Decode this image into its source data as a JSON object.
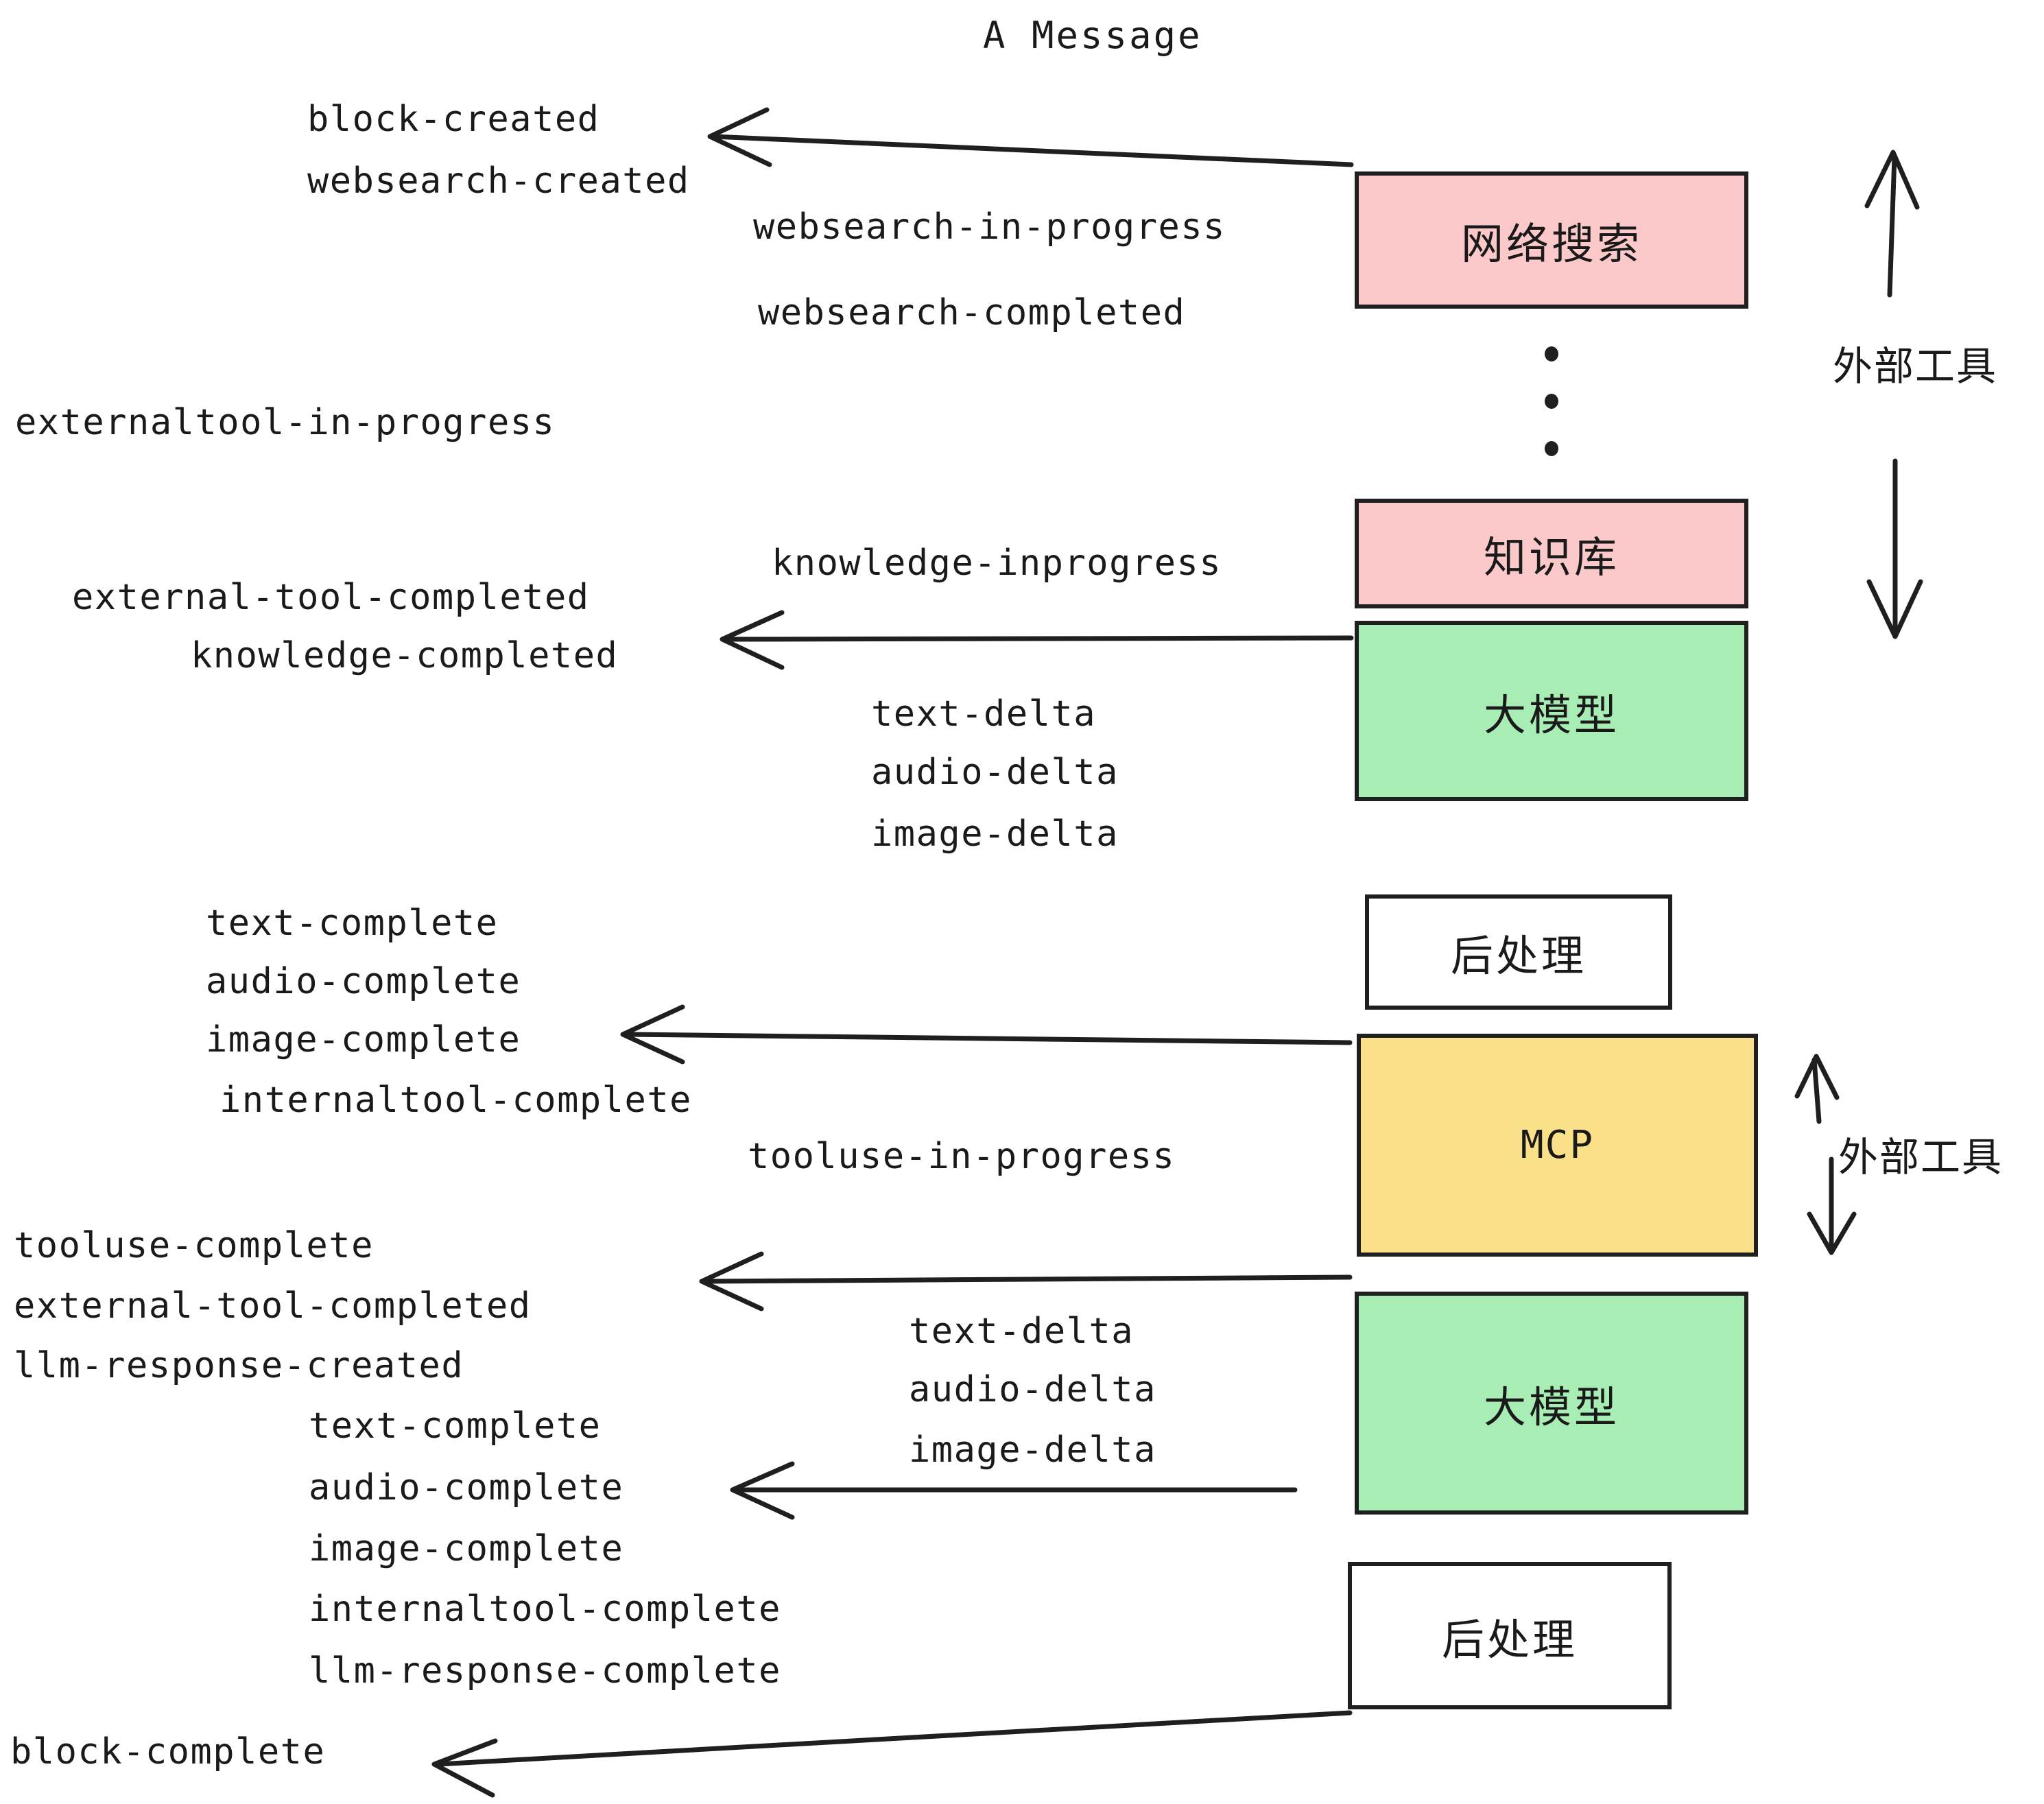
{
  "title": "A Message",
  "boxes": [
    {
      "id": "websearch",
      "label": "网络搜索",
      "color": "#fbc9c9"
    },
    {
      "id": "knowledge",
      "label": "知识库",
      "color": "#fbc9c9"
    },
    {
      "id": "llm-top",
      "label": "大模型",
      "color": "#a8eeb4"
    },
    {
      "id": "postprocess-1",
      "label": "后处理",
      "color": "#ffffff"
    },
    {
      "id": "mcp",
      "label": "MCP",
      "color": "#fbe08a"
    },
    {
      "id": "llm-bottom",
      "label": "大模型",
      "color": "#a8eeb4"
    },
    {
      "id": "postprocess-2",
      "label": "后处理",
      "color": "#ffffff"
    }
  ],
  "side_labels": [
    {
      "id": "external-tools-top",
      "label": "外部工具"
    },
    {
      "id": "external-tools-bottom",
      "label": "外部工具"
    }
  ],
  "events": [
    {
      "id": "e01",
      "text": "block-created"
    },
    {
      "id": "e02",
      "text": "websearch-created"
    },
    {
      "id": "e03",
      "text": "websearch-in-progress"
    },
    {
      "id": "e04",
      "text": "websearch-completed"
    },
    {
      "id": "e05",
      "text": "externaltool-in-progress"
    },
    {
      "id": "e06",
      "text": "knowledge-inprogress"
    },
    {
      "id": "e07",
      "text": "external-tool-completed"
    },
    {
      "id": "e08",
      "text": "knowledge-completed"
    },
    {
      "id": "e09",
      "text": "text-delta"
    },
    {
      "id": "e10",
      "text": "audio-delta"
    },
    {
      "id": "e11",
      "text": "image-delta"
    },
    {
      "id": "e12",
      "text": "text-complete"
    },
    {
      "id": "e13",
      "text": "audio-complete"
    },
    {
      "id": "e14",
      "text": "image-complete"
    },
    {
      "id": "e15",
      "text": "internaltool-complete"
    },
    {
      "id": "e16",
      "text": "tooluse-in-progress"
    },
    {
      "id": "e17",
      "text": "tooluse-complete"
    },
    {
      "id": "e18",
      "text": "external-tool-completed"
    },
    {
      "id": "e19",
      "text": "llm-response-created"
    },
    {
      "id": "e20",
      "text": "text-delta"
    },
    {
      "id": "e21",
      "text": "audio-delta"
    },
    {
      "id": "e22",
      "text": "image-delta"
    },
    {
      "id": "e23",
      "text": "text-complete"
    },
    {
      "id": "e24",
      "text": "audio-complete"
    },
    {
      "id": "e25",
      "text": "image-complete"
    },
    {
      "id": "e26",
      "text": "internaltool-complete"
    },
    {
      "id": "e27",
      "text": "llm-response-complete"
    },
    {
      "id": "e28",
      "text": "block-complete"
    }
  ],
  "ellipsis": "⋮",
  "colors": {
    "stroke": "#1f1f1f",
    "pink": "#fbc9c9",
    "green": "#a8eeb4",
    "yellow": "#fbe08a",
    "white": "#ffffff",
    "text": "#1a1a1a",
    "background": "#ffffff"
  }
}
